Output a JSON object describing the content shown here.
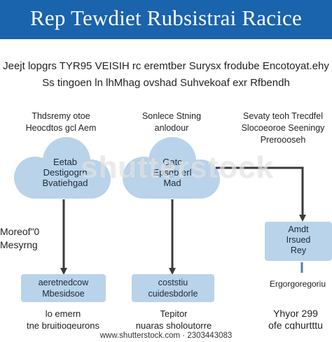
{
  "title": "Rep Tewdiet Rubsistrai Racice",
  "intro": {
    "line1": "Jeejt lopgrs TYR95 VEISIH rc eremtber Surysx frodube Encotoyat.ehy",
    "line2": "Ss tingoen ln lhMhag ovshad Suhvekoaf exr Rfbendh"
  },
  "nodes": {
    "left_header": [
      "Thdsremy otoe",
      "Heocdtos gcl Aem"
    ],
    "middle_header": [
      "Sonlece Stning",
      "anlodour"
    ],
    "right_header": [
      "Sevaty teoh Trecdfel",
      "Slocoeoroe Seeningy",
      "Preroooseh"
    ],
    "cloud_left": [
      "Eetab",
      "Destigogrn",
      "Bvatiehgad"
    ],
    "cloud_middle": [
      "Gatc",
      "Epsgb erl",
      "Mad"
    ],
    "right_box": [
      "Amdt",
      "Irsued",
      "Rey"
    ],
    "side_left": [
      "Moreof\"0",
      "Mesyrng"
    ],
    "box_left": [
      "aeretnedcow",
      "Mbesidsoe"
    ],
    "box_middle": [
      "coststiu",
      "cuidesbdorle"
    ],
    "right_caption": "Ergorgoregoriu",
    "bottom_left": [
      "lo emern",
      "tne bruitiogeurons"
    ],
    "bottom_middle": [
      "Tepitor",
      "nuaras sholoutorre"
    ],
    "bottom_right": [
      "Yhyor 299",
      "ofe cghurtttu"
    ]
  },
  "watermark": "shutterstock",
  "footer": "www.shutterstock.com · 2303443083",
  "colors": {
    "banner": "#1a63ad",
    "box_fill": "#b9d3ea",
    "arrow": "#3a3a3a"
  }
}
